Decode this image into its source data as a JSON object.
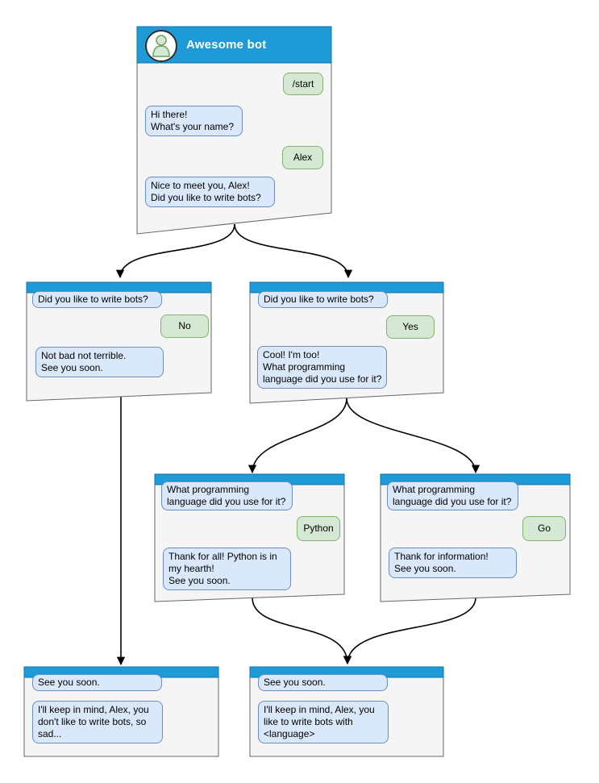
{
  "colors": {
    "header_blue": "#1e9ad6",
    "header_stroke": "#1572a8",
    "window_fill": "#f5f5f5",
    "window_stroke": "#666666",
    "bot_bubble_fill": "#dae8fc",
    "bot_bubble_stroke": "#6c8ebf",
    "user_bubble_fill": "#d5e8d4",
    "user_bubble_stroke": "#82b366",
    "connector": "#000000",
    "title_text": "#ffffff",
    "avatar_fill": "#ffffff",
    "avatar_stroke": "#2d2d2d",
    "person_fill": "#d5e8d4",
    "person_stroke": "#70a262"
  },
  "bot": {
    "name": "Awesome bot",
    "avatar": "person-icon"
  },
  "windows": [
    {
      "id": "root",
      "title": "Awesome bot",
      "messages": [
        {
          "from": "user",
          "text": "/start"
        },
        {
          "from": "bot",
          "text": "Hi there!\nWhat's your name?"
        },
        {
          "from": "user",
          "text": "Alex"
        },
        {
          "from": "bot",
          "text": "Nice to meet you, Alex!\nDid you like to write bots?"
        }
      ]
    },
    {
      "id": "branch-no",
      "title": "",
      "messages": [
        {
          "from": "bot",
          "text": "Did you like to write bots?"
        },
        {
          "from": "user",
          "text": "No"
        },
        {
          "from": "bot",
          "text": "Not bad not terrible.\nSee you soon."
        }
      ]
    },
    {
      "id": "branch-yes",
      "title": "",
      "messages": [
        {
          "from": "bot",
          "text": "Did you like to write bots?"
        },
        {
          "from": "user",
          "text": "Yes"
        },
        {
          "from": "bot",
          "text": "Cool! I'm too!\nWhat programming\nlanguage did you use for it?"
        }
      ]
    },
    {
      "id": "lang-python",
      "title": "",
      "messages": [
        {
          "from": "bot",
          "text": "What programming\nlanguage did you use for it?"
        },
        {
          "from": "user",
          "text": "Python"
        },
        {
          "from": "bot",
          "text": "Thank for all! Python is in\nmy hearth!\nSee you soon."
        }
      ]
    },
    {
      "id": "lang-go",
      "title": "",
      "messages": [
        {
          "from": "bot",
          "text": "What programming\nlanguage did you use for it?"
        },
        {
          "from": "user",
          "text": "Go"
        },
        {
          "from": "bot",
          "text": "Thank for information!\nSee you soon."
        }
      ]
    },
    {
      "id": "end-negative",
      "title": "",
      "messages": [
        {
          "from": "bot",
          "text": "See you soon."
        },
        {
          "from": "bot",
          "text": "I'll keep in mind, Alex, you\ndon't like to write bots, so\nsad..."
        }
      ]
    },
    {
      "id": "end-positive",
      "title": "",
      "messages": [
        {
          "from": "bot",
          "text": "See you soon."
        },
        {
          "from": "bot",
          "text": "I'll keep in mind, Alex, you\nlike to write bots with\n<language>"
        }
      ]
    }
  ],
  "edges": [
    {
      "from": "root",
      "to": "branch-no"
    },
    {
      "from": "root",
      "to": "branch-yes"
    },
    {
      "from": "branch-yes",
      "to": "lang-python"
    },
    {
      "from": "branch-yes",
      "to": "lang-go"
    },
    {
      "from": "branch-no",
      "to": "end-negative"
    },
    {
      "from": "lang-python",
      "to": "end-positive"
    },
    {
      "from": "lang-go",
      "to": "end-positive"
    }
  ]
}
